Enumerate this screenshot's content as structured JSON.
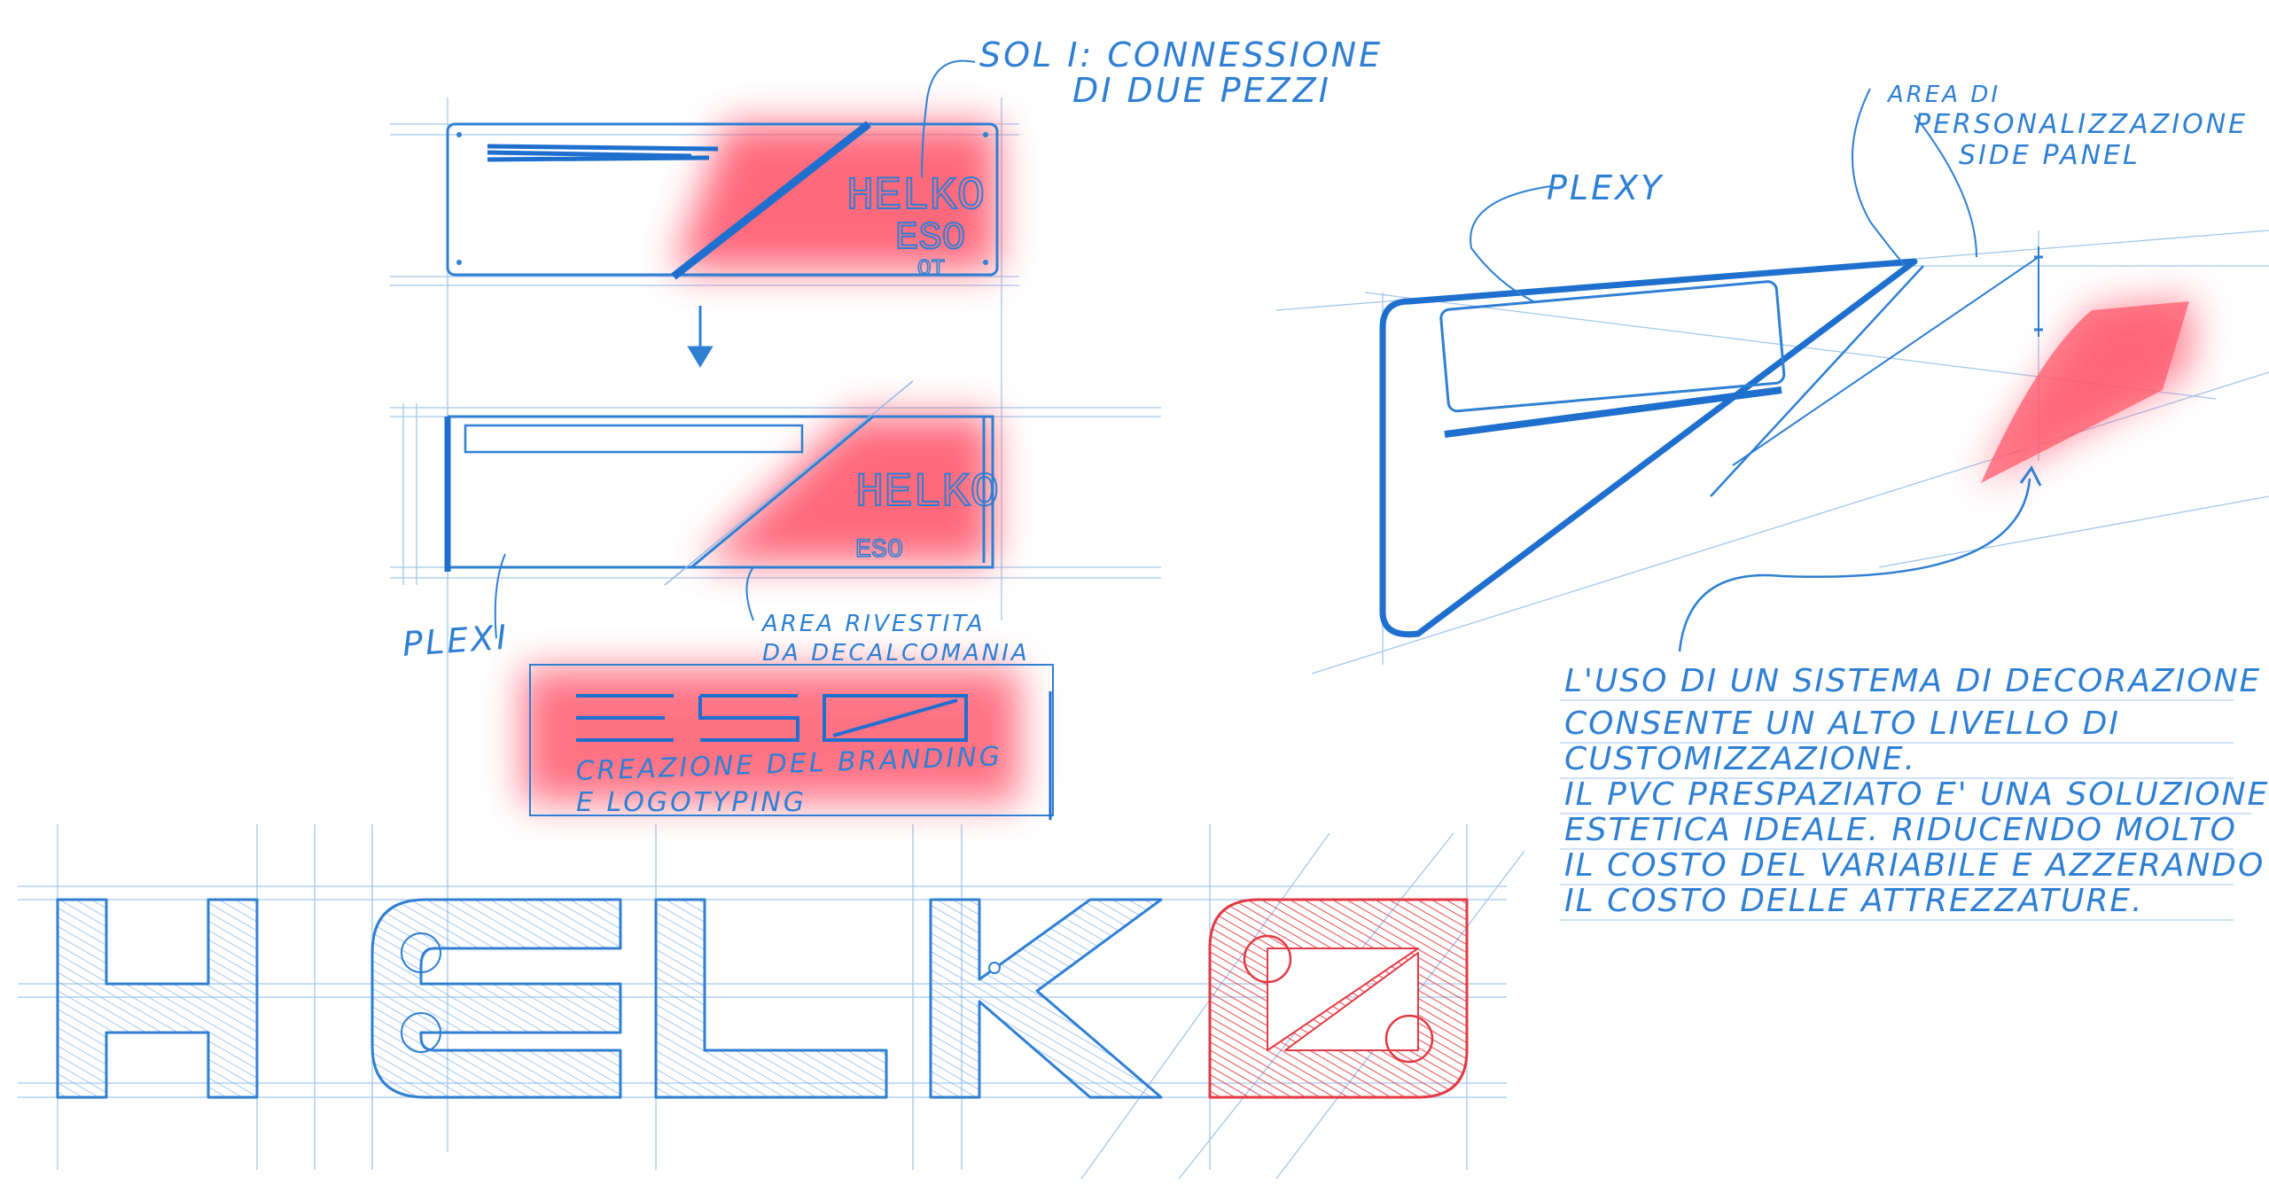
{
  "annotations": {
    "sol_line1": "SOL I: CONNESSIONE",
    "sol_line2": "DI DUE PEZZI",
    "plexi_left": "PLEXI",
    "area_rivestita_line1": "AREA RIVESTITA",
    "area_rivestita_line2": "DA DECALCOMANIA",
    "branding_line1": "CREAZIONE DEL BRANDING",
    "branding_line2": "E LOGOTYPING",
    "plexy_right": "PLEXY",
    "area_pers_line1": "AREA DI",
    "area_pers_line2": "PERSONALIZZAZIONE",
    "area_pers_line3": "SIDE PANEL"
  },
  "paragraph": [
    "L'USO DI UN SISTEMA DI DECORAZIONE",
    "CONSENTE UN ALTO LIVELLO DI",
    "CUSTOMIZZAZIONE.",
    "IL PVC PRESPAZIATO E' UNA SOLUZIONE",
    "ESTETICA IDEALE. RIDUCENDO MOLTO",
    "IL COSTO DEL VARIABILE E AZZERANDO",
    "IL COSTO DELLE ATTREZZATURE."
  ],
  "logo": {
    "wordmark": "HELKO",
    "series": "ESO",
    "small_label": "OT"
  },
  "colors": {
    "ink": "#2f7fd3",
    "ink_dark": "#1f6fcf",
    "highlight": "#ff4f66",
    "logo_red": "#e23a44"
  }
}
